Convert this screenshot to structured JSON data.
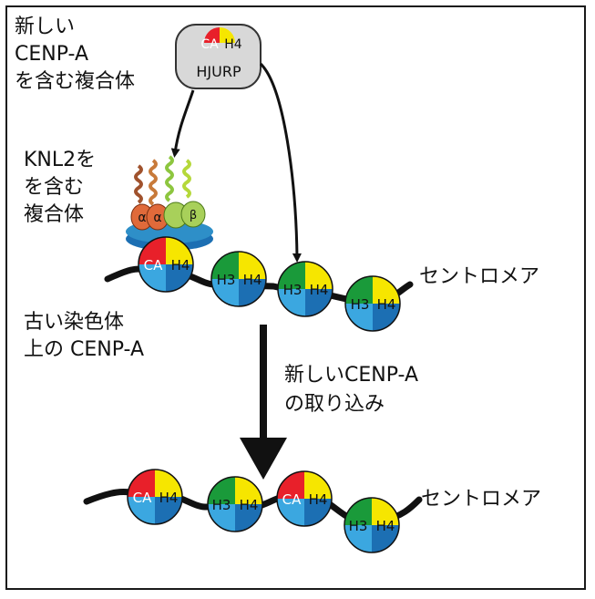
{
  "labels": {
    "new_complex_line1": "新しい",
    "new_complex_line2": "CENP-A",
    "new_complex_line3": "を含む複合体",
    "knl2_line1": "KNL2を",
    "knl2_line2": "を含む",
    "knl2_line3": "複合体",
    "centromere_top": "セントロメア",
    "old_line1": "古い染色体",
    "old_line2": "上の CENP-A",
    "incorporation_line1": "新しいCENP-A",
    "incorporation_line2": "の取り込み",
    "centromere_bottom": "セントロメア"
  },
  "complex": {
    "ca": "CA",
    "h4": "H4",
    "hjurp": "HJURP"
  },
  "knl2": {
    "alpha": "α",
    "beta": "β"
  },
  "nucleosome_text": {
    "ca": "CA",
    "h3": "H3",
    "h4": "H4"
  },
  "colors": {
    "cenpa_red": "#e8202a",
    "h4_yellow": "#f6e600",
    "h3_green": "#1a9a3a",
    "nuc_light_blue": "#3ba7e0",
    "nuc_dark_blue": "#1c6fb3",
    "hjurp_gray": "#d8d8d8",
    "knl2_orange": "#e06a3a",
    "knl2_green": "#a8d05a",
    "disc_blue": "#2e8fc8"
  }
}
